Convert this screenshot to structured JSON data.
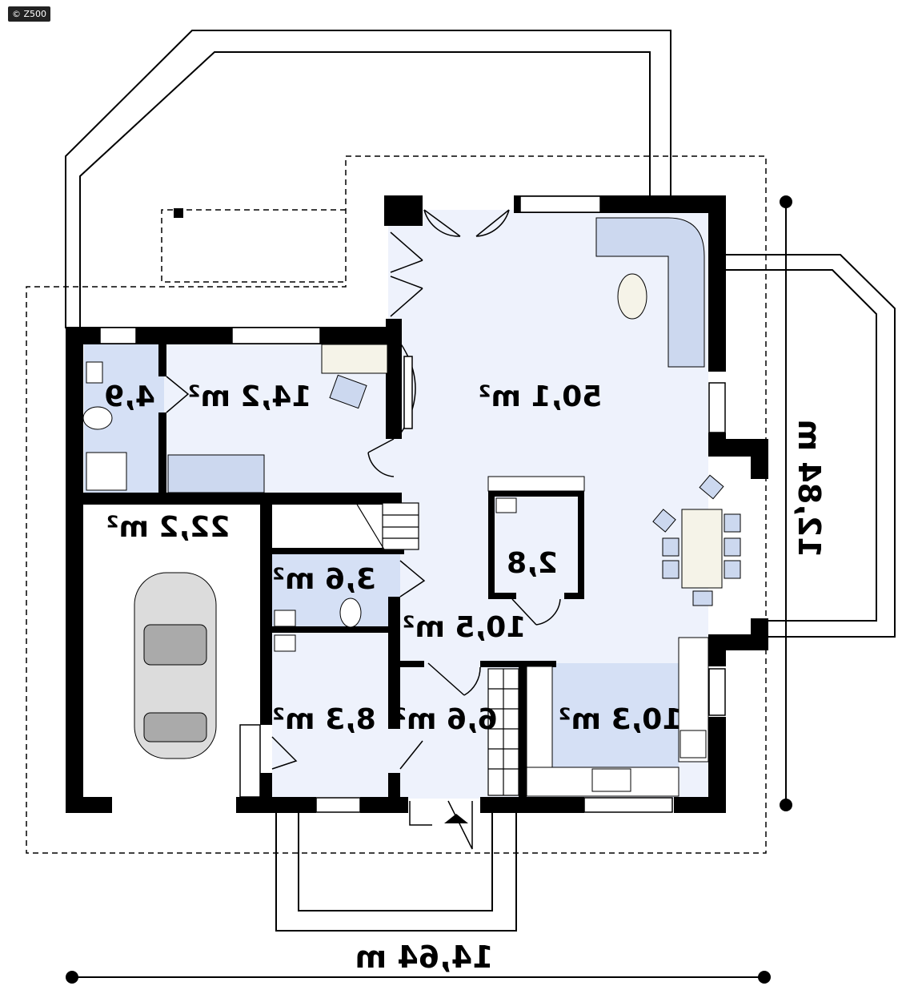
{
  "watermark": "© Z500",
  "rooms": [
    {
      "id": "living",
      "area": "50,1 m²"
    },
    {
      "id": "bedroom",
      "area": "14,2 m²"
    },
    {
      "id": "bath-small",
      "area": "4,9"
    },
    {
      "id": "garage",
      "area": "22,2 m²"
    },
    {
      "id": "wc",
      "area": "3,6 m²"
    },
    {
      "id": "pantry",
      "area": "2,8"
    },
    {
      "id": "hall",
      "area": "10,5 m²"
    },
    {
      "id": "utility",
      "area": "8,3 m²"
    },
    {
      "id": "vestibule",
      "area": "6,6 m²"
    },
    {
      "id": "kitchen",
      "area": "10,3 m²"
    }
  ],
  "dimensions": {
    "width": "14,64 m",
    "depth": "12,84 m"
  },
  "colors": {
    "wall": "#000000",
    "room_light": "#eef2fc",
    "room_blue": "#d5e0f5",
    "furniture": "#ccd8ef"
  }
}
